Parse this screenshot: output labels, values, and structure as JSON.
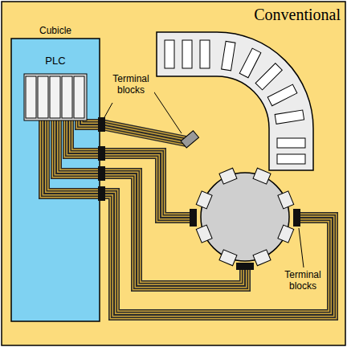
{
  "diagram": {
    "title": "Conventional",
    "nodes": [
      {
        "text": [
          "Cubicle"
        ]
      },
      {
        "text": [
          "PLC"
        ],
        "in": 0
      }
    ],
    "labels": [
      "Terminal blocks",
      "Terminal blocks"
    ]
  }
}
